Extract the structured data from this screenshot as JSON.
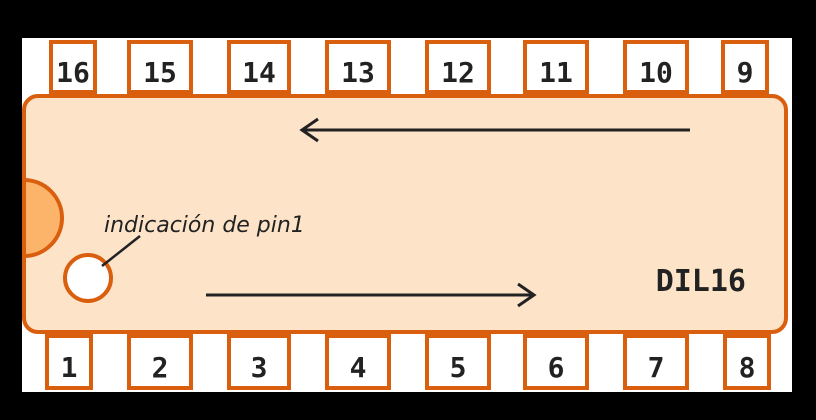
{
  "diagram": {
    "chip_label": "DIL16",
    "pin1_note": "indicación de pin1",
    "top_pins": [
      "16",
      "15",
      "14",
      "13",
      "12",
      "11",
      "10",
      "9"
    ],
    "bottom_pins": [
      "1",
      "2",
      "3",
      "4",
      "5",
      "6",
      "7",
      "8"
    ]
  },
  "colors": {
    "background": "#000000",
    "pin_fill": "#ffffff",
    "outline": "#d95f0e",
    "body_fill": "#fde4c9",
    "notch_fill": "#fbb46a",
    "text": "#222222"
  }
}
